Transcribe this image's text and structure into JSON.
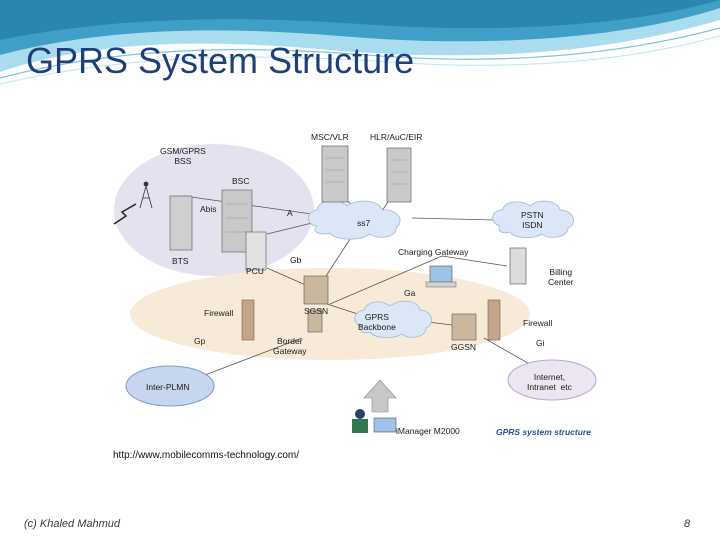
{
  "slide": {
    "title": "GPRS System Structure",
    "footer_left": "(c) Khaled Mahmud",
    "page_number": "8"
  },
  "colors": {
    "title": "#1f3f78",
    "wave_dark": "#2f8fb8",
    "wave_light": "#a9dcef",
    "cloud": "#dbe7f6",
    "bss_area": "#e6e1ef",
    "core_area": "#f8ead9"
  },
  "diagram": {
    "url": "http://www.mobilecomms-technology.com/",
    "caption": "GPRS system structure",
    "labels": {
      "gsm_gprs_bss": "GSM/GPRS\nBSS",
      "bsc": "BSC",
      "abis": "Abis",
      "a": "A",
      "bts": "BTS",
      "pcu": "PCU",
      "gb": "Gb",
      "msc_vlr": "MSC/VLR",
      "hlr": "HLR/AuC/EIR",
      "ss7": "ss7",
      "pstn": "PSTN\nISDN",
      "charging_gateway": "Charging Gateway",
      "billing_center": "Billing\nCenter",
      "ga": "Ga",
      "firewall_left": "Firewall",
      "sgsn": "SGSN",
      "gprs_backbone": "GPRS\nBackbone",
      "firewall_right": "Firewall",
      "gp": "Gp",
      "border_gateway": "Border\nGateway",
      "ggsn": "GGSN",
      "gi": "Gi",
      "inter_plmn": "Inter-PLMN",
      "internet": "Internet,\nIntranet  etc",
      "imanager": "iManager M2000"
    }
  }
}
